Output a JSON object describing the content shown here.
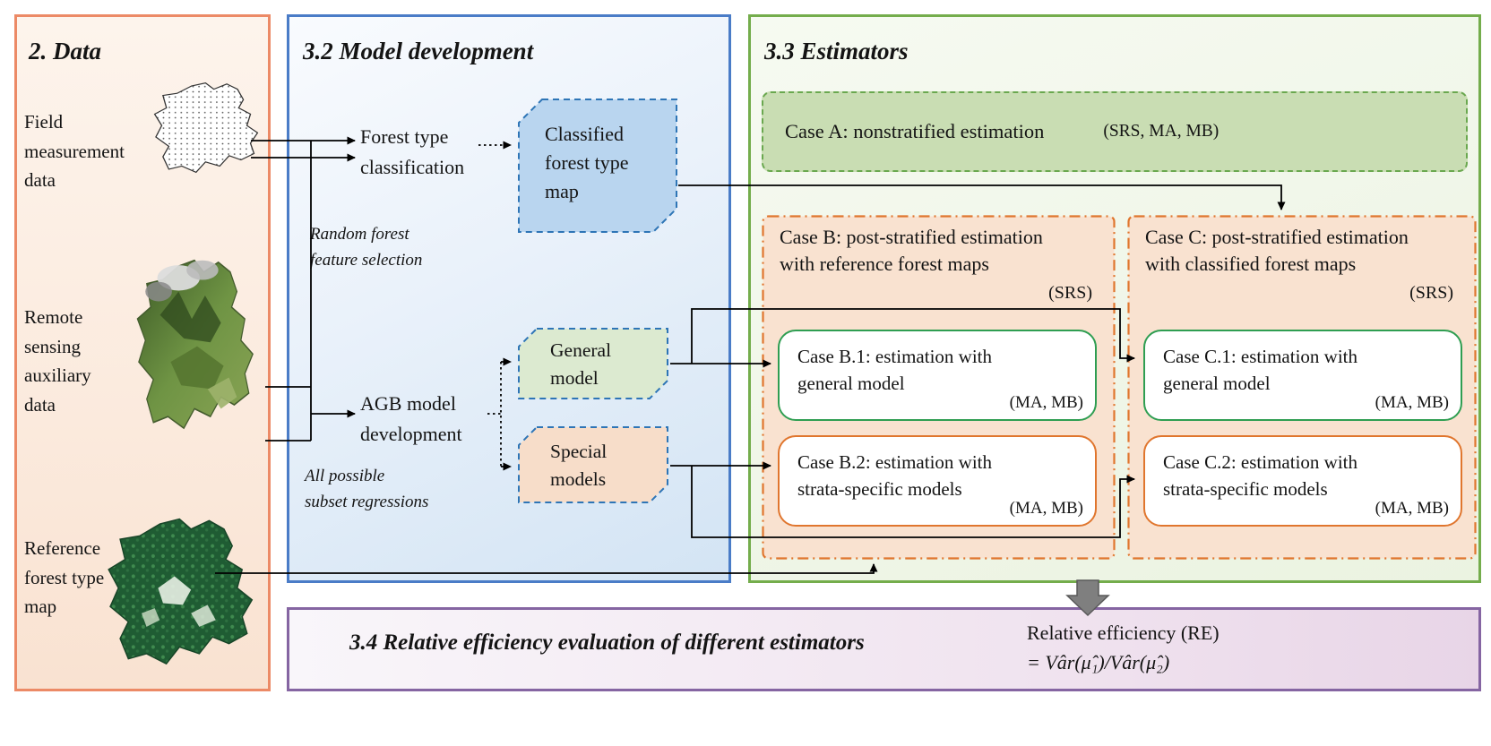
{
  "figure": {
    "data_panel": {
      "title": "2. Data",
      "items": [
        {
          "lines": [
            "Field",
            "measurement",
            "data"
          ]
        },
        {
          "lines": [
            "Remote",
            "sensing",
            "auxiliary",
            "data"
          ]
        },
        {
          "lines": [
            "Reference",
            "forest type",
            "map"
          ]
        }
      ]
    },
    "model_panel": {
      "title": "3.2 Model development",
      "forest_classification": {
        "lines": [
          "Forest type",
          "classification"
        ]
      },
      "classified_map": {
        "lines": [
          "Classified",
          "forest type",
          "map"
        ]
      },
      "note_random_forest": {
        "lines": [
          "Random forest",
          "feature selection"
        ]
      },
      "agb_model": {
        "lines": [
          "AGB model",
          "development"
        ]
      },
      "note_subset": {
        "lines": [
          "All possible",
          "subset regressions"
        ]
      },
      "general_model": {
        "lines": [
          "General",
          "model"
        ]
      },
      "special_models": {
        "lines": [
          "Special",
          "models"
        ]
      }
    },
    "estimators_panel": {
      "title": "3.3 Estimators",
      "case_a": {
        "label": "Case A: nonstratified estimation",
        "methods": "(SRS, MA, MB)"
      },
      "case_b": {
        "label": "Case B: post-stratified estimation with reference forest maps",
        "methods": "(SRS)",
        "sub_cases": [
          {
            "label": "Case B.1: estimation with general model",
            "methods": "(MA, MB)"
          },
          {
            "label": "Case B.2: estimation with strata-specific models",
            "methods": "(MA, MB)"
          }
        ]
      },
      "case_c": {
        "label": "Case C: post-stratified estimation with classified forest maps",
        "methods": "(SRS)",
        "sub_cases": [
          {
            "label": "Case C.1: estimation with general model",
            "methods": "(MA, MB)"
          },
          {
            "label": "Case C.2: estimation with strata-specific models",
            "methods": "(MA, MB)"
          }
        ]
      }
    },
    "evaluation_panel": {
      "title": "3.4 Relative efficiency evaluation of different estimators",
      "re_label": "Relative efficiency (RE)",
      "re_formula": "= Vâr(μ̂₁)/Vâr(μ̂₂)"
    },
    "colors": {
      "data_border": "#ec8a66",
      "model_border": "#4a7cc7",
      "estimators_border": "#74ad4c",
      "evaluation_border": "#8565a2",
      "case_a_fill": "#c9ddb3",
      "case_bc_fill": "#f9e2d0",
      "accent_green": "#2f9e52",
      "accent_orange": "#e0762e",
      "accent_blue": "#2e75b6"
    }
  }
}
